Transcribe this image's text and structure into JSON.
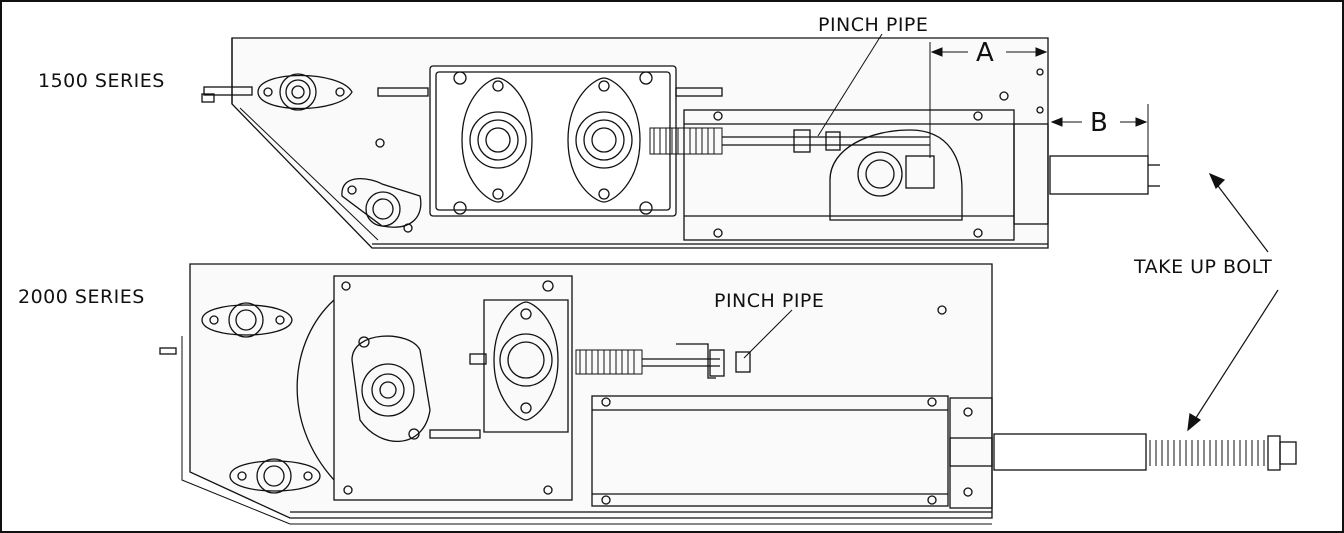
{
  "labels": {
    "series_1500": "1500 SERIES",
    "series_2000": "2000 SERIES",
    "pinch_pipe_top": "PINCH PIPE",
    "pinch_pipe_bottom": "PINCH PIPE",
    "take_up_bolt": "TAKE UP BOLT",
    "dim_a": "A",
    "dim_b": "B"
  },
  "colors": {
    "line": "#111111",
    "panel_fill": "#fafafa"
  }
}
